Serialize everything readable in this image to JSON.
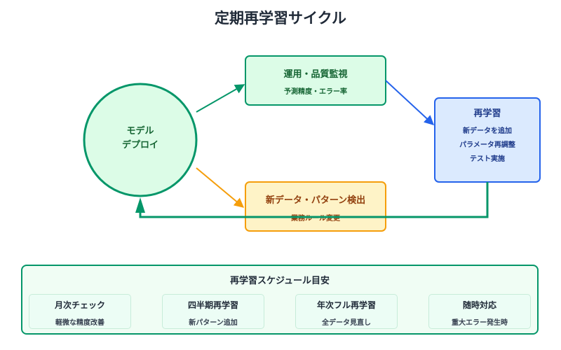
{
  "title": "定期再学習サイクル",
  "nodes": {
    "deploy": {
      "line1": "モデル",
      "line2": "デプロイ"
    },
    "monitor": {
      "title": "運用・品質監視",
      "sub": "予測精度・エラー率"
    },
    "retrain": {
      "title": "再学習",
      "line1": "新データを追加",
      "line2": "パラメータ再調整",
      "line3": "テスト実施"
    },
    "detect": {
      "title": "新データ・パターン検出",
      "sub": "業務ルール変更"
    }
  },
  "schedule": {
    "title": "再学習スケジュール目安",
    "cards": [
      {
        "title": "月次チェック",
        "sub": "軽微な精度改善"
      },
      {
        "title": "四半期再学習",
        "sub": "新パターン追加"
      },
      {
        "title": "年次フル再学習",
        "sub": "全データ見直し"
      },
      {
        "title": "随時対応",
        "sub": "重大エラー発生時"
      }
    ]
  },
  "colors": {
    "green": "#059669",
    "green_fill": "#dcfce7",
    "blue": "#2563eb",
    "blue_fill": "#dbeafe",
    "orange": "#f59e0b",
    "orange_fill": "#fef3c7",
    "detect_text": "#92400e",
    "deploy_text": "#166534",
    "retrain_text": "#1e3a8a"
  }
}
